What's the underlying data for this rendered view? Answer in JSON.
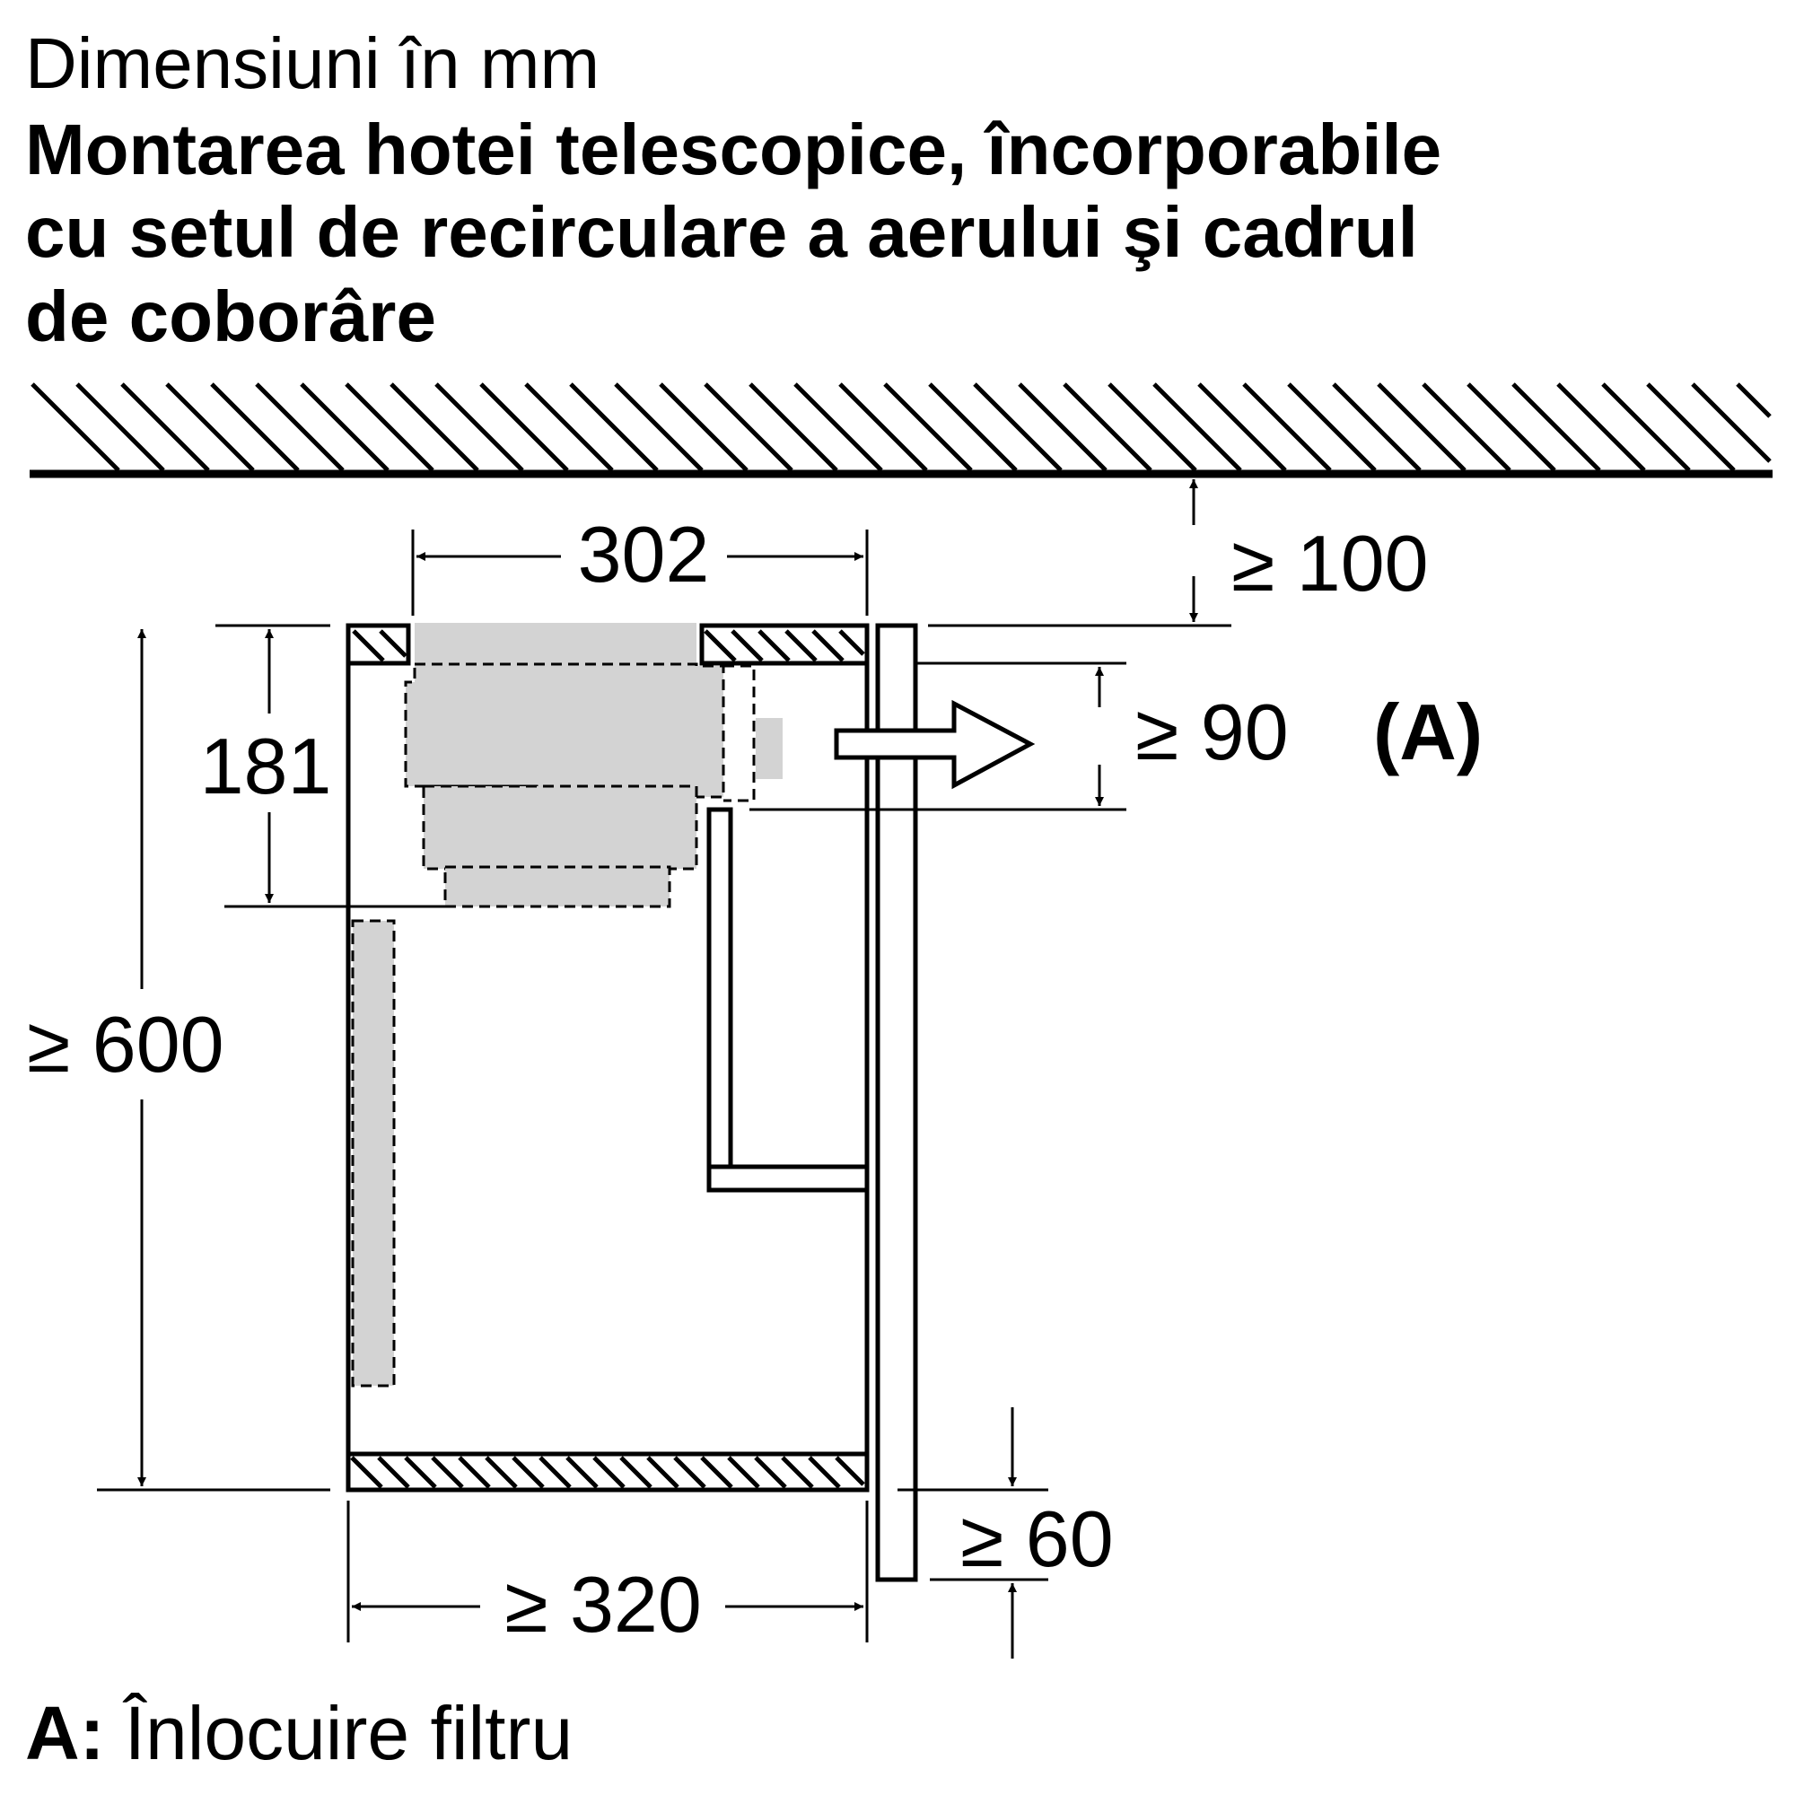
{
  "header": {
    "subtitle": "Dimensiuni în mm",
    "title_lines": [
      "Montarea hotei telescopice, încorporabile",
      "cu setul de recirculare a aerului şi cadrul",
      "de coborâre"
    ]
  },
  "dimensions": {
    "width_top": "302",
    "ceiling_gap": "≥ 100",
    "height_inner": "181",
    "cabinet_height": "≥ 600",
    "filter_opening": "≥ 90",
    "front_offset": "≥ 60",
    "cabinet_width": "≥ 320"
  },
  "marker": "(A)",
  "legend": {
    "key": "A:",
    "text": "Înlocuire filtru"
  }
}
